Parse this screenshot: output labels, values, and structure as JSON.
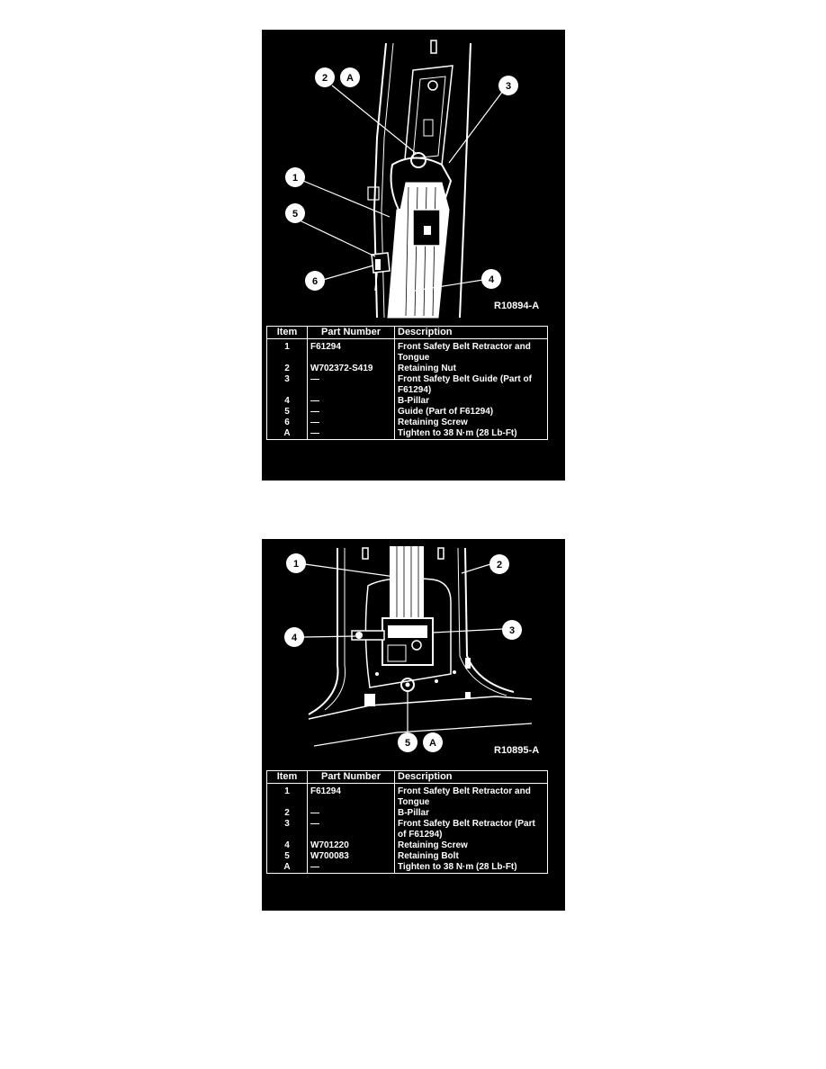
{
  "figures": [
    {
      "id": "R10894-A",
      "callouts": [
        "1",
        "2",
        "3",
        "4",
        "5",
        "6",
        "A"
      ],
      "table": {
        "headers": {
          "item": "Item",
          "part": "Part Number",
          "description": "Description"
        },
        "rows": [
          {
            "item": "1",
            "part": "F61294",
            "description": "Front Safety Belt Retractor and Tongue"
          },
          {
            "item": "2",
            "part": "W702372-S419",
            "description": "Retaining Nut"
          },
          {
            "item": "3",
            "part": "—",
            "description": "Front Safety Belt Guide (Part of F61294)"
          },
          {
            "item": "4",
            "part": "—",
            "description": "B-Pillar"
          },
          {
            "item": "5",
            "part": "—",
            "description": "Guide (Part of F61294)"
          },
          {
            "item": "6",
            "part": "—",
            "description": "Retaining Screw"
          },
          {
            "item": "A",
            "part": "—",
            "description": "Tighten to 38 N·m (28 Lb-Ft)"
          }
        ]
      }
    },
    {
      "id": "R10895-A",
      "callouts": [
        "1",
        "2",
        "3",
        "4",
        "5",
        "A"
      ],
      "table": {
        "headers": {
          "item": "Item",
          "part": "Part Number",
          "description": "Description"
        },
        "rows": [
          {
            "item": "1",
            "part": "F61294",
            "description": "Front Safety Belt Retractor and Tongue"
          },
          {
            "item": "2",
            "part": "—",
            "description": "B-Pillar"
          },
          {
            "item": "3",
            "part": "—",
            "description": "Front Safety Belt Retractor (Part of F61294)"
          },
          {
            "item": "4",
            "part": "W701220",
            "description": "Retaining Screw"
          },
          {
            "item": "5",
            "part": "W700083",
            "description": "Retaining Bolt"
          },
          {
            "item": "A",
            "part": "—",
            "description": "Tighten to 38 N·m (28 Lb-Ft)"
          }
        ]
      }
    }
  ]
}
